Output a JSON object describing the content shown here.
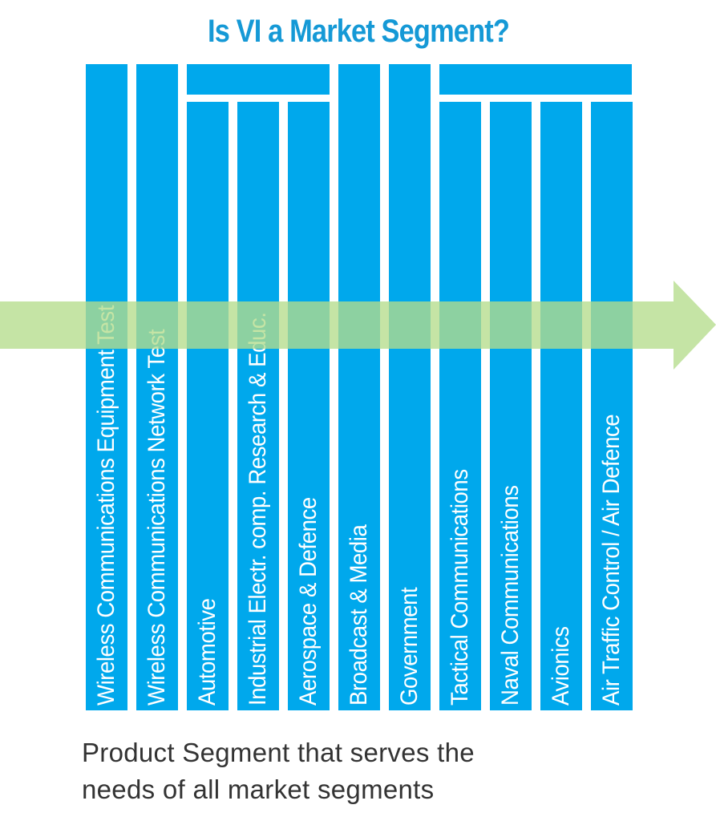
{
  "title": "Is VI a Market Segment?",
  "colors": {
    "bar": "#00a8ec",
    "title": "#1599d6",
    "arrow": "#c6e3a0",
    "footer_text": "#333333"
  },
  "segments": [
    {
      "label": "Wireless Communications Equipment Test"
    },
    {
      "label": "Wireless Communications Network Test"
    },
    {
      "label": "Automotive"
    },
    {
      "label": "Industrial Electr. comp. Research & Educ."
    },
    {
      "label": "Aerospace & Defence"
    },
    {
      "label": "Broadcast & Media"
    },
    {
      "label": "Government"
    },
    {
      "label": "Tactical Communications"
    },
    {
      "label": "Naval Communications"
    },
    {
      "label": "Avionics"
    },
    {
      "label": "Air Traffic Control / Air Defence"
    }
  ],
  "footer": {
    "line1": "Product Segment that serves the",
    "line2": "needs of all market segments"
  }
}
